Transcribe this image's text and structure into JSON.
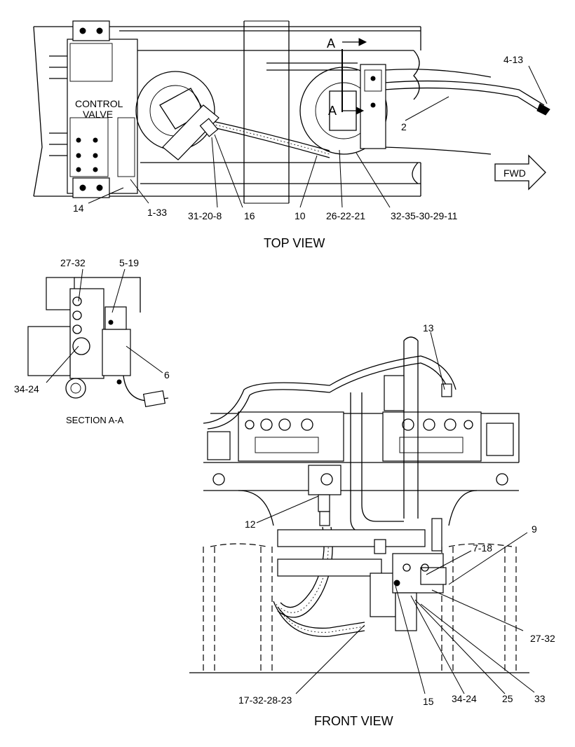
{
  "views": {
    "top": {
      "caption": "TOP VIEW",
      "block_label_line1": "CONTROL",
      "block_label_line2": "VALVE",
      "direction_label": "FWD",
      "section_marker_top": "A",
      "section_marker_bottom": "A",
      "callouts": [
        "4-13",
        "2",
        "14",
        "1-33",
        "31-20-8",
        "16",
        "10",
        "26-22-21",
        "32-35-30-29-11"
      ]
    },
    "section": {
      "caption": "SECTION A-A",
      "callouts": [
        "27-32",
        "5-19",
        "6",
        "34-24"
      ]
    },
    "front": {
      "caption": "FRONT VIEW",
      "callouts": [
        "13",
        "12",
        "7-18",
        "9",
        "27-32",
        "17-32-28-23",
        "15",
        "34-24",
        "25",
        "33"
      ]
    }
  }
}
